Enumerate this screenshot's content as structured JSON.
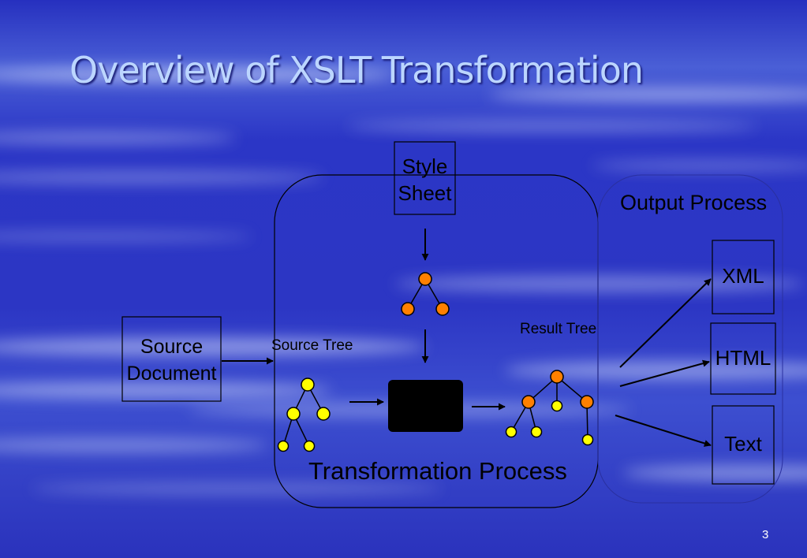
{
  "slide": {
    "title": "Overview of XSLT Transformation",
    "page_number": "3"
  },
  "diagram": {
    "style_sheet": [
      "Style",
      "Sheet"
    ],
    "output_process_label": "Output Process",
    "outputs": [
      "XML",
      "HTML",
      "Text"
    ],
    "source_document": [
      "Source",
      "Document"
    ],
    "source_tree_label": "Source Tree",
    "result_tree_label": "Result Tree",
    "transformation_process_label": "Transformation Process"
  },
  "colors": {
    "background": "#2b33c4",
    "title": "#bcd6ff",
    "box_stroke": "#000000",
    "processor": "#000000",
    "node_yellow": "#ffff00",
    "node_orange": "#ff8000"
  }
}
